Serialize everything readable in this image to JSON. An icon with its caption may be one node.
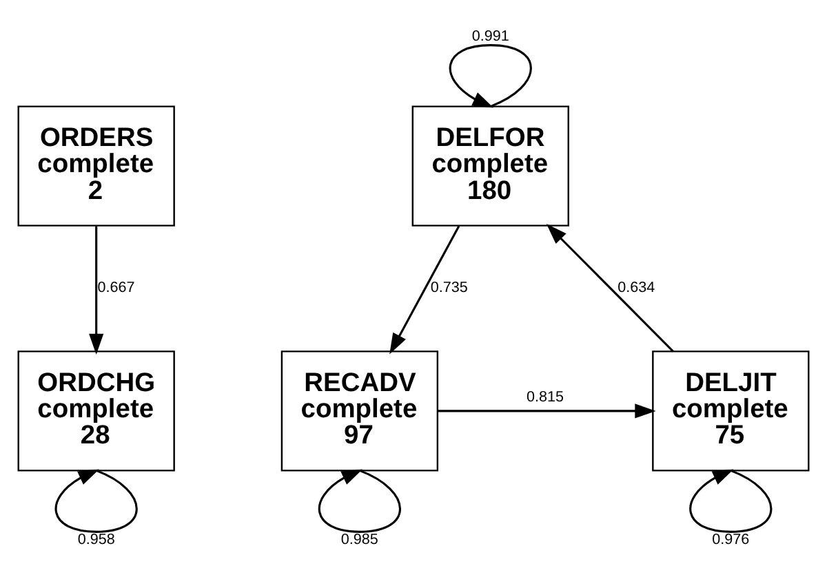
{
  "diagram": {
    "nodes": [
      {
        "text": [
          "ORDERS",
          "complete",
          "2"
        ]
      },
      {
        "text": [
          "ORDCHG",
          "complete",
          "28"
        ]
      },
      {
        "text": [
          "DELFOR",
          "complete",
          "180"
        ]
      },
      {
        "text": [
          "RECADV",
          "complete",
          "97"
        ]
      },
      {
        "text": [
          "DELJIT",
          "complete",
          "75"
        ]
      }
    ],
    "edges": [
      {
        "from": 0,
        "to": 1,
        "arrow": "to",
        "label": "0.667"
      },
      {
        "from": 1,
        "to": 1,
        "arrow": "to",
        "label": "0.958"
      },
      {
        "from": 2,
        "to": 2,
        "arrow": "to",
        "label": "0.991"
      },
      {
        "from": 2,
        "to": 3,
        "arrow": "to",
        "label": "0.735"
      },
      {
        "from": 3,
        "to": 4,
        "arrow": "to",
        "label": "0.815"
      },
      {
        "from": 4,
        "to": 2,
        "arrow": "to",
        "label": "0.634"
      },
      {
        "from": 3,
        "to": 3,
        "arrow": "to",
        "label": "0.985"
      },
      {
        "from": 4,
        "to": 4,
        "arrow": "to",
        "label": "0.976"
      }
    ]
  }
}
